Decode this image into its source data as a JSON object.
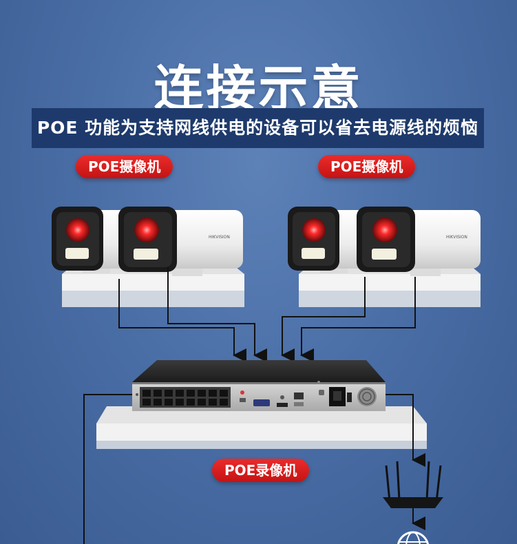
{
  "title": "连接示意",
  "banner": "POE 功能为支持网线供电的设备可以省去电源线的烦恼",
  "labels": {
    "camera_group_left": "POE摄像机",
    "camera_group_right": "POE摄像机",
    "recorder": "POE录像机"
  },
  "camera_brand": "HIKVISION",
  "colors": {
    "background": "#4a6ea6",
    "banner": "#1e3a6c",
    "pill": "#d61b1b",
    "camera_body": "#f2f2f2",
    "camera_led": "#ff2a2a"
  },
  "icons": [
    "camera-icon",
    "nvr-icon",
    "router-icon",
    "globe-icon",
    "arrow-down-icon"
  ]
}
